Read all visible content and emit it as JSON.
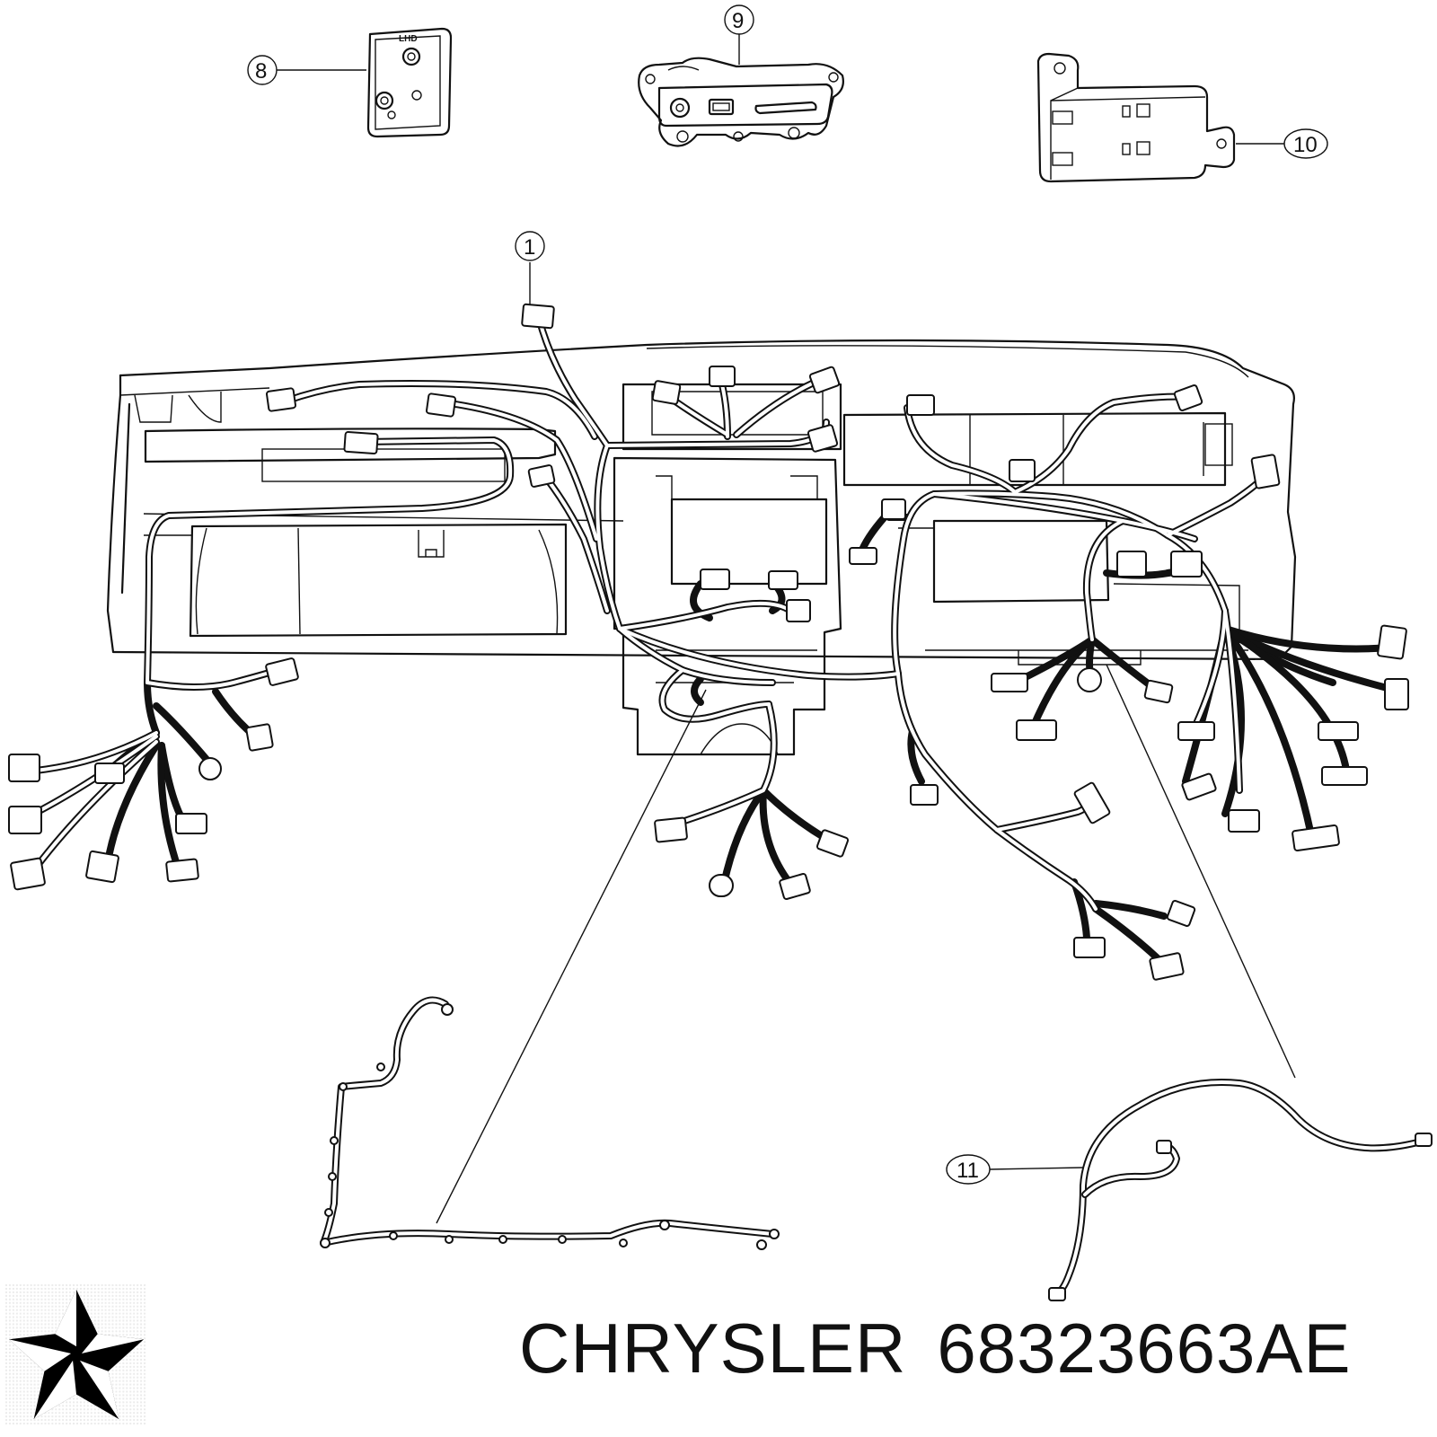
{
  "diagram": {
    "brand_name": "CHRYSLER",
    "part_number": "68323663AE",
    "callouts": [
      {
        "id": "callout-1",
        "label": "1"
      },
      {
        "id": "callout-8",
        "label": "8"
      },
      {
        "id": "callout-9",
        "label": "9"
      },
      {
        "id": "callout-10",
        "label": "10"
      },
      {
        "id": "callout-11",
        "label": "11"
      }
    ],
    "bracket_marking": "LHD",
    "logo_icon": "chrysler-pentastar-icon"
  },
  "colors": {
    "line": "#111111",
    "background": "#ffffff"
  }
}
